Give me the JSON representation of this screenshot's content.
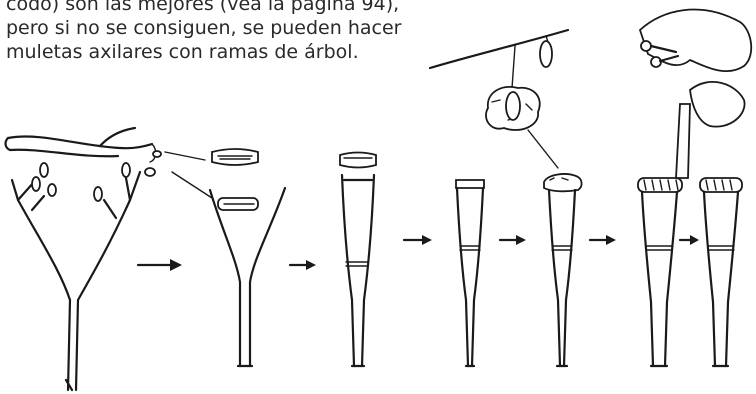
{
  "text": {
    "line1": "codo) son las mejores (vea la página 94),",
    "line2": "pero si no se consiguen, se pueden hacer",
    "line3": "muletas axilares con ramas de árbol."
  }
}
